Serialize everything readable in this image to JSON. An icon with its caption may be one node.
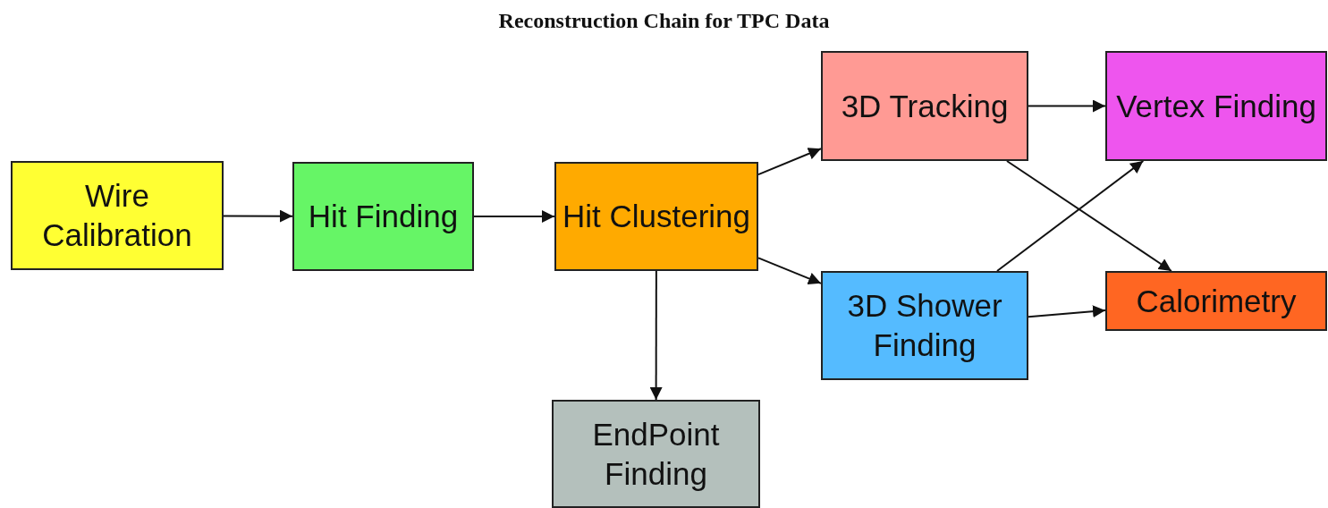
{
  "diagram": {
    "title": "Reconstruction Chain for TPC Data",
    "nodes": [
      {
        "text": [
          "Wire Calibration"
        ]
      },
      {
        "text": [
          "Hit Finding"
        ]
      },
      {
        "text": [
          "Hit Clustering"
        ]
      },
      {
        "text": [
          "3D Tracking"
        ]
      },
      {
        "text": [
          "3D Shower Finding"
        ]
      },
      {
        "text": [
          "Vertex Finding"
        ]
      },
      {
        "text": [
          "Calorimetry"
        ]
      },
      {
        "text": [
          "EndPoint Finding"
        ]
      }
    ],
    "edges": [
      {
        "from": 0,
        "to": 1,
        "arrow": "to"
      },
      {
        "from": 1,
        "to": 2,
        "arrow": "to"
      },
      {
        "from": 2,
        "to": 3,
        "arrow": "to"
      },
      {
        "from": 2,
        "to": 4,
        "arrow": "to"
      },
      {
        "from": 3,
        "to": 5,
        "arrow": "to"
      },
      {
        "from": 3,
        "to": 6,
        "arrow": "to"
      },
      {
        "from": 4,
        "to": 5,
        "arrow": "to"
      },
      {
        "from": 4,
        "to": 6,
        "arrow": "to"
      },
      {
        "from": 2,
        "to": 7,
        "arrow": "to"
      }
    ]
  }
}
